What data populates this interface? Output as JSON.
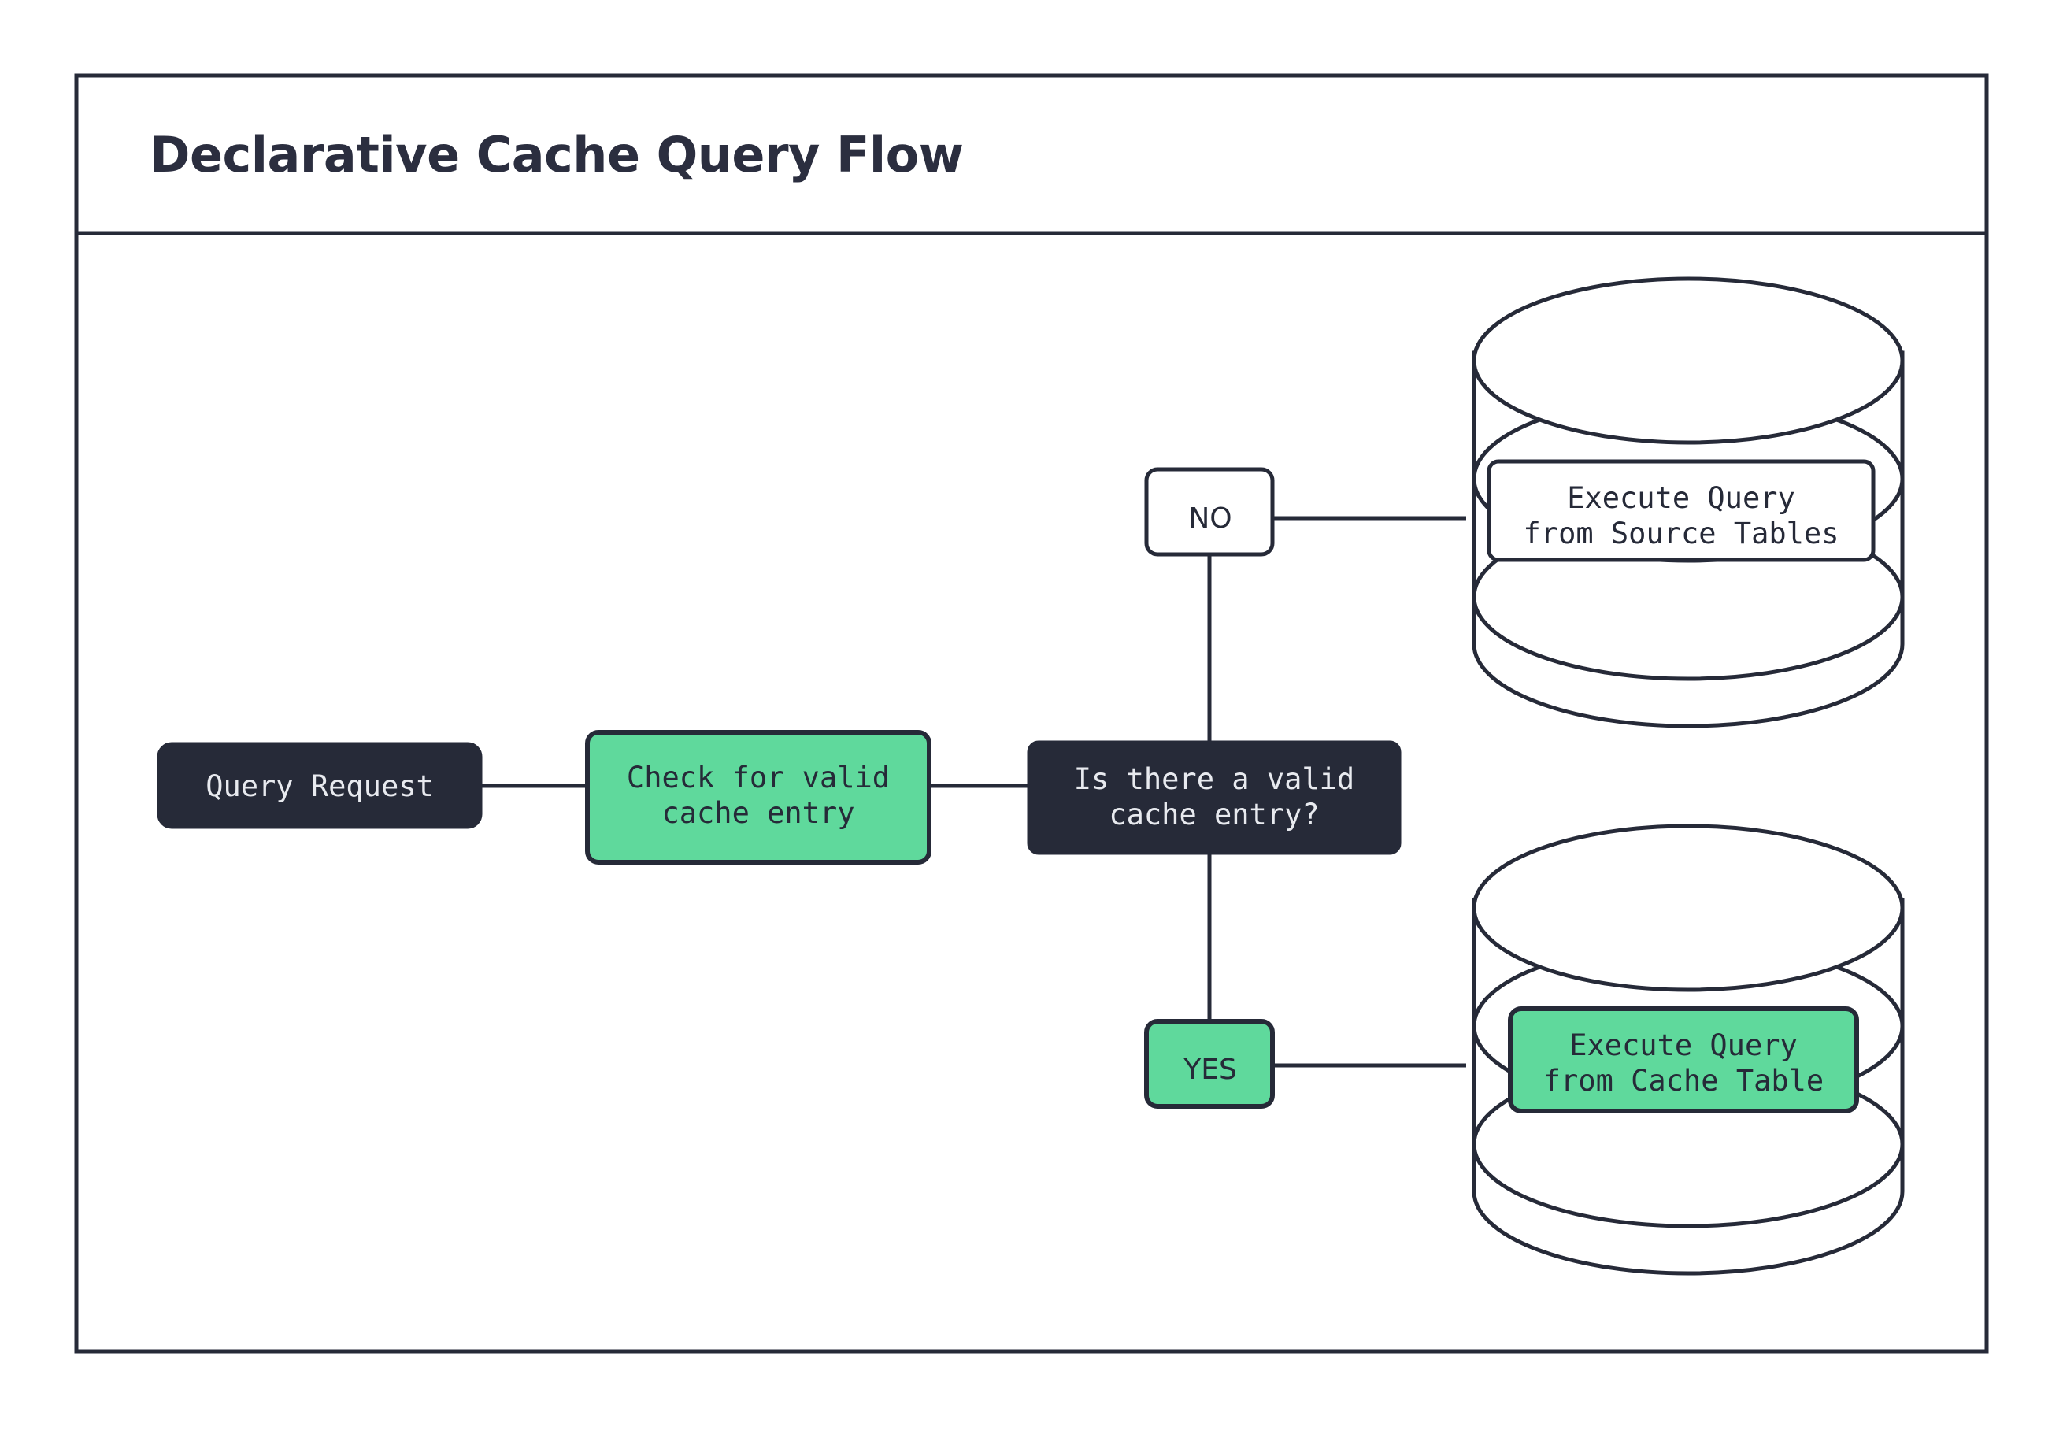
{
  "diagram": {
    "title": "Declarative Cache Query Flow",
    "nodes": {
      "query_request": {
        "label": "Query Request",
        "style": "dark"
      },
      "check_cache": {
        "line1": "Check for valid",
        "line2": "cache entry",
        "style": "green"
      },
      "decision": {
        "line1": "Is there a valid",
        "line2": "cache entry?",
        "style": "dark"
      },
      "branch_no": {
        "label": "NO",
        "style": "white"
      },
      "branch_yes": {
        "label": "YES",
        "style": "green"
      },
      "source_db": {
        "line1": "Execute Query",
        "line2": "from Source Tables",
        "style": "white",
        "shape": "cylinder"
      },
      "cache_db": {
        "line1": "Execute Query",
        "line2": "from Cache Table",
        "style": "green",
        "shape": "cylinder"
      }
    },
    "colors": {
      "dark": "#262a38",
      "green": "#5fd99c",
      "white": "#ffffff",
      "text_light": "#e8eaef"
    }
  }
}
